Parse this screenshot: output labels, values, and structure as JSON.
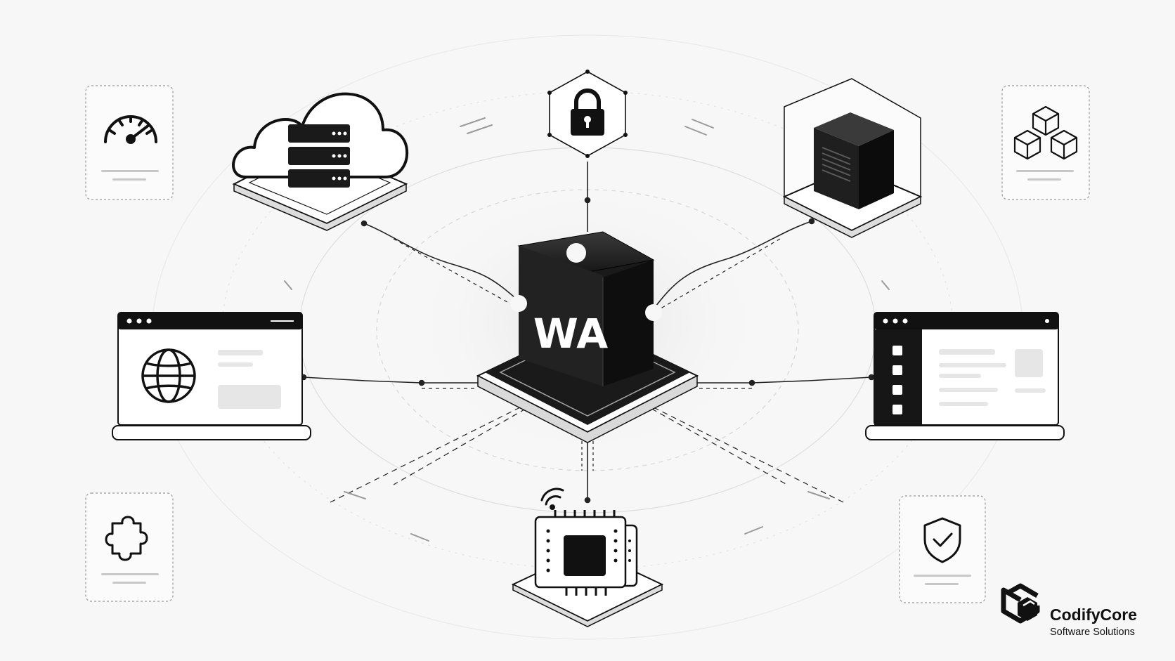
{
  "hub": {
    "label": "WA"
  },
  "brand": {
    "name": "CodifyCore",
    "tagline": "Software Solutions"
  },
  "nodes": [
    {
      "id": "cloud-server",
      "icon": "cloud-server-icon"
    },
    {
      "id": "security",
      "icon": "padlock-icon"
    },
    {
      "id": "server",
      "icon": "server-tower-icon"
    },
    {
      "id": "web-browser",
      "icon": "globe-icon"
    },
    {
      "id": "desktop-app",
      "icon": "app-window-icon"
    },
    {
      "id": "iot-device",
      "icon": "microchip-icon"
    }
  ],
  "feature_cards": [
    {
      "id": "performance",
      "icon": "speedometer-icon"
    },
    {
      "id": "modules",
      "icon": "cubes-icon"
    },
    {
      "id": "plugins",
      "icon": "puzzle-icon"
    },
    {
      "id": "protection",
      "icon": "shield-check-icon"
    }
  ],
  "colors": {
    "ink": "#111111",
    "background": "#f7f7f7",
    "line": "#222222",
    "accent_gray": "#c8c8c8"
  }
}
